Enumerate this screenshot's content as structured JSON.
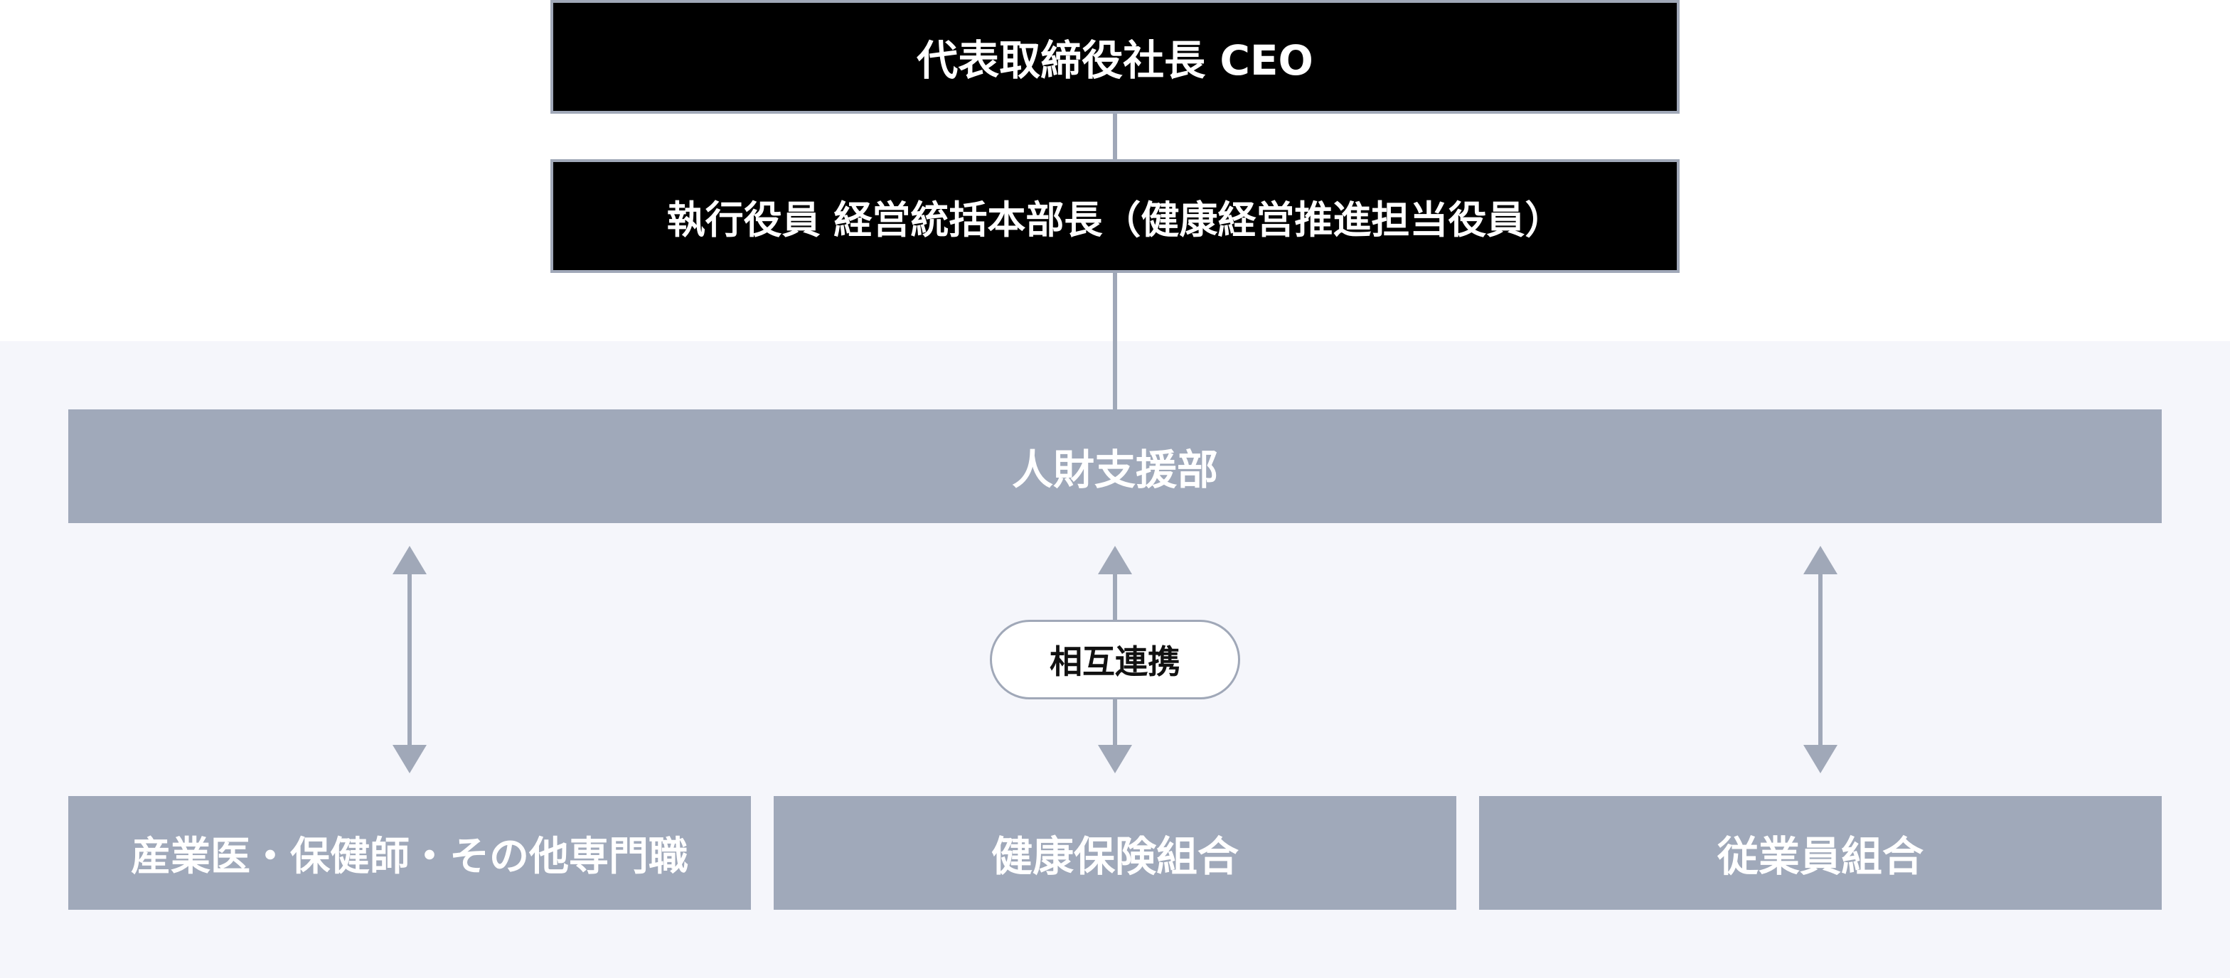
{
  "colors": {
    "exec_box_fill": "#000000",
    "exec_box_border": "#a0a8b8",
    "dept_box_fill": "#a0a9ba",
    "band_background": "#f5f6fb",
    "connector": "#a0a8b8",
    "pill_border": "#a0a8b8"
  },
  "org": {
    "ceo": "代表取締役社長 CEO",
    "officer": "執行役員 経営統括本部長（健康経営推進担当役員）",
    "department": "人財支援部",
    "collaboration_label": "相互連携",
    "partners": [
      {
        "label": "産業医・保健師・その他専門職"
      },
      {
        "label": "健康保険組合"
      },
      {
        "label": "従業員組合"
      }
    ]
  },
  "links": [
    {
      "type": "reports-to",
      "from": "officer",
      "to": "ceo"
    },
    {
      "type": "reports-to",
      "from": "department",
      "to": "officer"
    },
    {
      "type": "bidirectional",
      "between": [
        "department",
        "partners.0"
      ]
    },
    {
      "type": "bidirectional",
      "between": [
        "department",
        "partners.1"
      ]
    },
    {
      "type": "bidirectional",
      "between": [
        "department",
        "partners.2"
      ]
    }
  ]
}
